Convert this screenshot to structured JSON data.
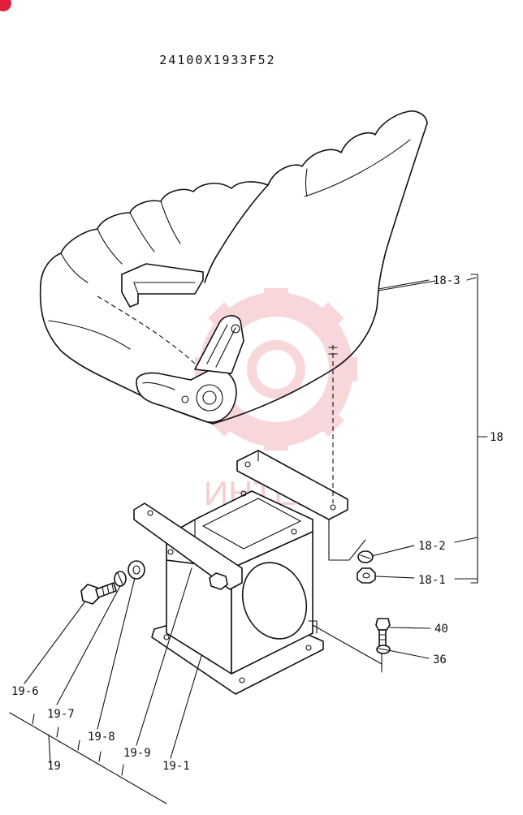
{
  "title": "24100X1933F52",
  "watermark": {
    "text": "ИНТЕХ",
    "color": "#f4b8be"
  },
  "accent_color": "#e0203a",
  "callouts": {
    "c18_3": "18-3",
    "c18": "18",
    "c18_2": "18-2",
    "c18_1": "18-1",
    "c40": "40",
    "c36": "36",
    "c19_6": "19-6",
    "c19_7": "19-7",
    "c19_8": "19-8",
    "c19_9": "19-9",
    "c19_1": "19-1",
    "c19": "19"
  }
}
